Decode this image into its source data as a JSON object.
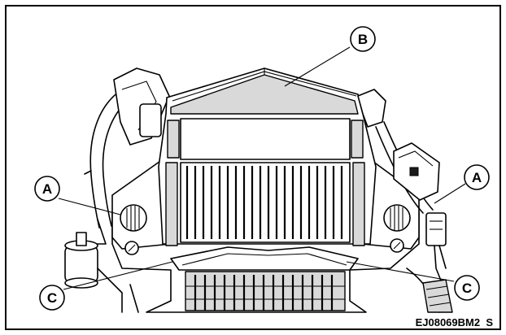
{
  "callouts": {
    "b": "B",
    "a_left": "A",
    "a_right": "A",
    "c_left": "C",
    "c_right": "C"
  },
  "figure_code": "EJ08069BM2  S",
  "colors": {
    "line": "#000000",
    "background": "#ffffff",
    "shade": "#d9d9d9"
  }
}
